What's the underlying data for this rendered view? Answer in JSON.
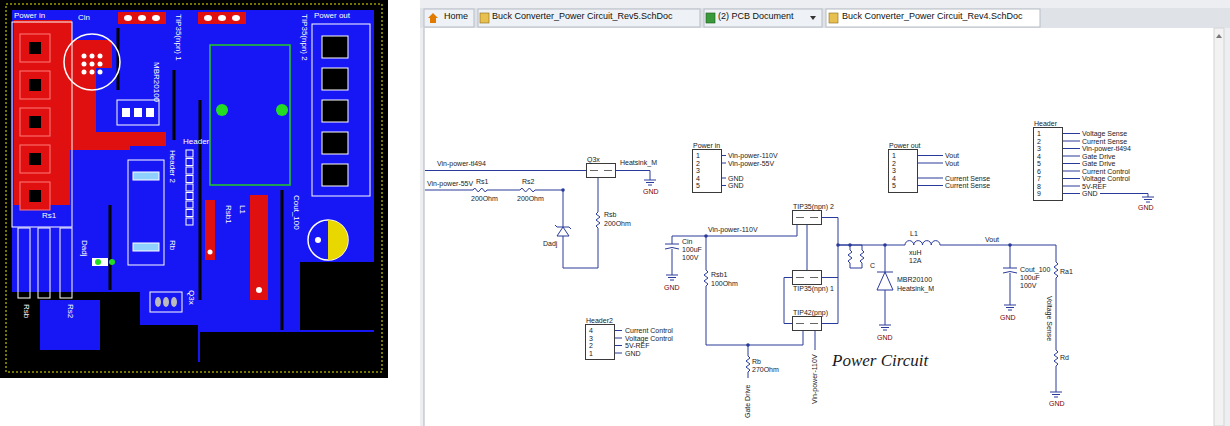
{
  "diagram": {
    "nodes": [
      {
        "text": [
          "Power in",
          "1",
          "2",
          "3",
          "4",
          "5"
        ]
      },
      {
        "text": [
          "Power out",
          "1",
          "2",
          "3",
          "4",
          "5"
        ]
      },
      {
        "text": [
          "Header",
          "1",
          "2",
          "3",
          "4",
          "5",
          "6",
          "7",
          "8",
          "9"
        ]
      },
      {
        "text": [
          "Header2",
          "4",
          "3",
          "2",
          "1"
        ]
      },
      {
        "text": [
          "Q3x"
        ]
      },
      {
        "text": [
          "TIP35(npn) 2"
        ]
      },
      {
        "text": [
          "TIP35(npn) 1"
        ]
      },
      {
        "text": [
          "TIP42(pnp)"
        ]
      }
    ],
    "edges": [
      {
        "from": 5,
        "to": 6,
        "arrow": "none"
      },
      {
        "from": 6,
        "to": 7,
        "arrow": "none"
      }
    ],
    "labels": [
      "Power in",
      "Cin",
      "TIP35(npn) 1",
      "TIP35(npn) 2",
      "Power out",
      "MBR20100",
      "Header",
      "Header 2",
      "Rb",
      "Rsb1",
      "L1",
      "Cout_100",
      "Rs1",
      "Dadj",
      "Rsb",
      "Rs2",
      "Q3x",
      "Home",
      "Buck Converter_Power Circuit_Rev5.SchDoc",
      "(2) PCB Document",
      "Buck Converter_Power Circuit_Rev4.SchDoc",
      "Vin-power-tl494",
      "Vin-power-55V",
      "Rs1",
      "200Ohm",
      "Rs2",
      "200Ohm",
      "Heatsink_M",
      "GND",
      "Rsb",
      "200Ohm",
      "Dadj",
      "Cin",
      "100uF",
      "100V",
      "GND",
      "Vin-power-110V",
      "Rsb1",
      "100Ohm",
      "L1",
      "xuH",
      "12A",
      "Vout",
      "C",
      "MBR20100",
      "Heatsink_M",
      "GND",
      "Cout_100",
      "100uF",
      "100V",
      "GND",
      "Ra1",
      "Voltage Sense",
      "Rd",
      "GND",
      "Rb",
      "270Ohm",
      "Gate Drive",
      "Vin-power-110V",
      "Power Circuit",
      "Vin-power-110V",
      "Vin-power-55V",
      "GND",
      "GND",
      "Vout",
      "Vout",
      "Current Sense",
      "Current Sense",
      "Voltage Sense",
      "Current Sense",
      "Vin-power-tl494",
      "Gate Drive",
      "Gate Drive",
      "Current Control",
      "Voltage Control",
      "5V-REF",
      "GND",
      "GND",
      "Current Control",
      "Voltage Control",
      "5V-REF",
      "GND"
    ]
  }
}
